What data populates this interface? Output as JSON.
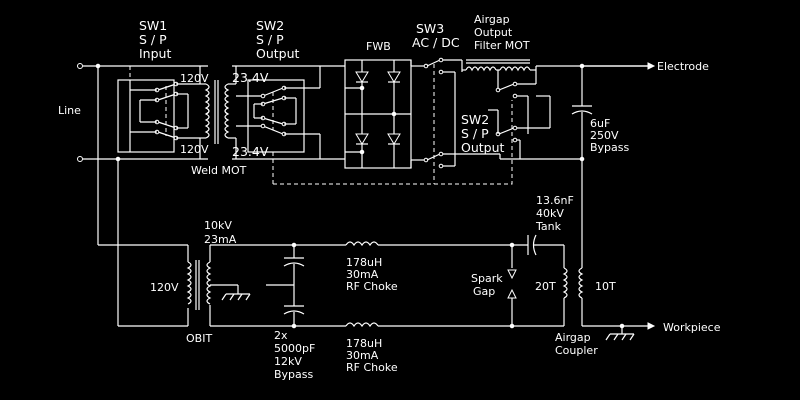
{
  "labels": {
    "sw1": [
      "SW1",
      "S / P",
      "Input"
    ],
    "sw2_top": [
      "SW2",
      "S / P",
      "Output"
    ],
    "sw3": [
      "SW3",
      "AC / DC"
    ],
    "fwb": "FWB",
    "airgap_filter": [
      "Airgap",
      "Output",
      "Filter MOT"
    ],
    "electrode": "Electrode",
    "line": "Line",
    "v120_top": "120V",
    "v120_bot": "120V",
    "v234_top": "23.4V",
    "v234_bot": "23.4V",
    "weld_mot": "Weld MOT",
    "sw2_mid": [
      "SW2",
      "S / P",
      "Output"
    ],
    "bypass_cap": [
      "6uF",
      "250V",
      "Bypass"
    ],
    "tank_cap": [
      "13.6nF",
      "40kV",
      "Tank"
    ],
    "hv_rating": [
      "10kV",
      "23mA"
    ],
    "obit_primary": "120V",
    "obit": "OBIT",
    "choke_top": [
      "178uH",
      "30mA",
      "RF Choke"
    ],
    "choke_bot": [
      "178uH",
      "30mA",
      "RF Choke"
    ],
    "spark_gap": [
      "Spark",
      "Gap"
    ],
    "coil_20t": "20T",
    "coil_10t": "10T",
    "workpiece": "Workpiece",
    "airgap_coupler": [
      "Airgap",
      "Coupler"
    ],
    "hv_bypass": [
      "2x",
      "5000pF",
      "12kV",
      "Bypass"
    ]
  }
}
